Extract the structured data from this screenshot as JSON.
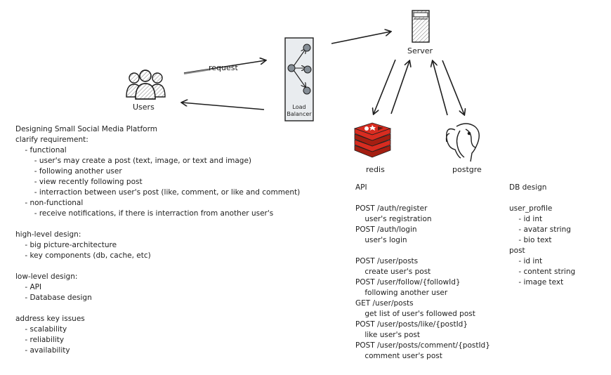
{
  "diagram": {
    "users_label": "Users",
    "request_label": "request",
    "load_balancer_label": "Load\nBalancer",
    "server_label": "Server",
    "redis_label": "redis",
    "postgre_label": "postgre"
  },
  "notes": {
    "lines": [
      "Designing Small Social Media Platform",
      "clarify requirement:",
      "    - functional",
      "        - user's may create a post (text, image, or text and image)",
      "        - following another user",
      "        - view recently following post",
      "        - interraction between user's post (like, comment, or like and comment)",
      "    - non-functional",
      "        - receive notifications, if there is interraction from another user's",
      "",
      "high-level design:",
      "    - big picture-architecture",
      "    - key components (db, cache, etc)",
      "",
      "low-level design:",
      "    - API",
      "    - Database design",
      "",
      "address key issues",
      "    - scalability",
      "    - reliability",
      "    - availability"
    ]
  },
  "api": {
    "lines": [
      "API",
      "",
      "POST /auth/register",
      "    user's registration",
      "POST /auth/login",
      "    user's login",
      "",
      "POST /user/posts",
      "    create user's post",
      "POST /user/follow/{followId}",
      "    following another user",
      "GET /user/posts",
      "    get list of user's followed post",
      "POST /user/posts/like/{postId}",
      "    like user's post",
      "POST /user/posts/comment/{postId}",
      "    comment user's post"
    ]
  },
  "db": {
    "lines": [
      "DB design",
      "",
      "user_profile",
      "    - id int",
      "    - avatar string",
      "    - bio text",
      "post",
      "    - id int",
      "    - content string",
      "    - image text"
    ]
  },
  "colors": {
    "stroke": "#1e1e1e",
    "redis_red": "#d82c20",
    "redis_dark": "#a41e11",
    "node_gray": "#868e96",
    "lb_fill": "#e9ecef"
  }
}
